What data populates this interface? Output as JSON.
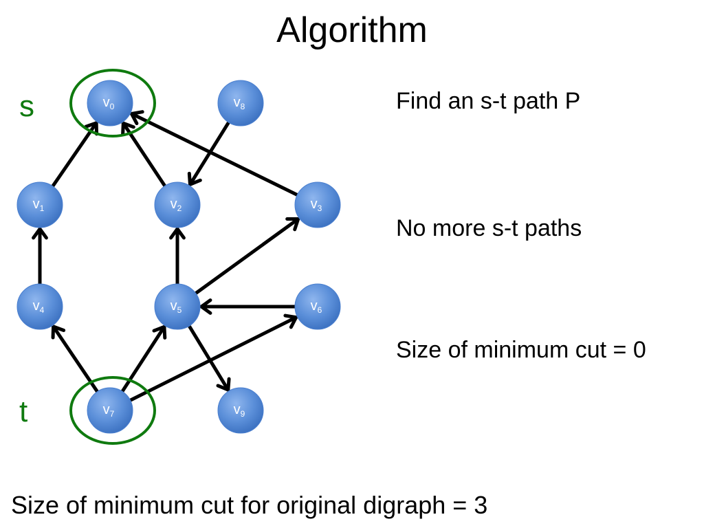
{
  "slide": {
    "title": "Algorithm",
    "notes": [
      "Find an s-t path P",
      "No more s-t paths",
      "Size of minimum cut = 0"
    ],
    "footer": "Size of minimum cut for original digraph = 3"
  },
  "graph": {
    "source_label": "s",
    "sink_label": "t",
    "source_vertex": "v0",
    "sink_vertex": "v7",
    "vertices": [
      {
        "id": "v0",
        "base": "v",
        "sub": "0"
      },
      {
        "id": "v8",
        "base": "v",
        "sub": "8"
      },
      {
        "id": "v1",
        "base": "v",
        "sub": "1"
      },
      {
        "id": "v2",
        "base": "v",
        "sub": "2"
      },
      {
        "id": "v3",
        "base": "v",
        "sub": "3"
      },
      {
        "id": "v4",
        "base": "v",
        "sub": "4"
      },
      {
        "id": "v5",
        "base": "v",
        "sub": "5"
      },
      {
        "id": "v6",
        "base": "v",
        "sub": "6"
      },
      {
        "id": "v7",
        "base": "v",
        "sub": "7"
      },
      {
        "id": "v9",
        "base": "v",
        "sub": "9"
      }
    ],
    "edges": [
      {
        "from": "v1",
        "to": "v0"
      },
      {
        "from": "v2",
        "to": "v0"
      },
      {
        "from": "v3",
        "to": "v0"
      },
      {
        "from": "v8",
        "to": "v2"
      },
      {
        "from": "v4",
        "to": "v1"
      },
      {
        "from": "v5",
        "to": "v2"
      },
      {
        "from": "v5",
        "to": "v3"
      },
      {
        "from": "v6",
        "to": "v5"
      },
      {
        "from": "v7",
        "to": "v4"
      },
      {
        "from": "v7",
        "to": "v5"
      },
      {
        "from": "v7",
        "to": "v6"
      },
      {
        "from": "v5",
        "to": "v9"
      }
    ],
    "colors": {
      "node_fill": "#5b8fd9",
      "highlight_ring": "#0f7a0f",
      "edge": "#000000",
      "term_label": "#0f7a0f"
    }
  }
}
